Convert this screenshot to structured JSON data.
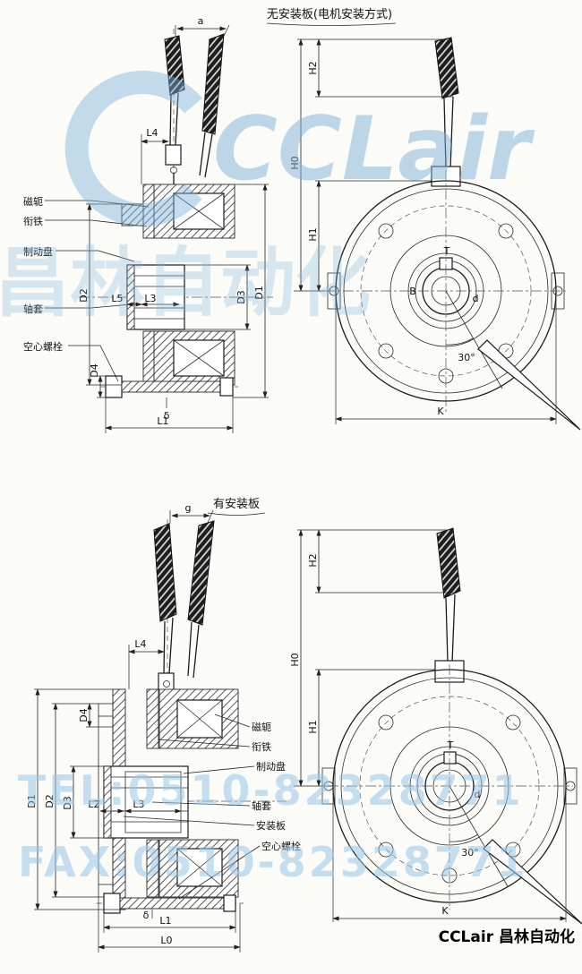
{
  "page": {
    "footer": "CCLair 昌林自动化"
  },
  "watermarks": {
    "brand": "CCLair",
    "brand_cn": "昌林自动化",
    "tel": "TEL:0510-82328771",
    "fax": "FAX:0510-82328771"
  },
  "top": {
    "title": "无安装板(电机安装方式)",
    "labels": {
      "yoke": "磁轭",
      "armature": "衔铁",
      "brake_disc": "制动盘",
      "sleeve": "轴套",
      "hollow_bolt": "空心螺栓"
    },
    "dims": {
      "a": "a",
      "L4": "L4",
      "L5": "L5",
      "L3": "L3",
      "L1": "L1",
      "D1": "D1",
      "D2": "D2",
      "D3": "D3",
      "D4": "D4",
      "delta": "δ",
      "H0": "H0",
      "H1": "H1",
      "H2": "H2",
      "T": "T",
      "B": "B",
      "d": "d",
      "K": "K",
      "angle": "30°"
    }
  },
  "bottom": {
    "title": "有安装板",
    "labels": {
      "yoke": "磁轭",
      "armature": "衔铁",
      "brake_disc": "制动盘",
      "sleeve": "轴套",
      "mount_plate": "安装板",
      "hollow_bolt": "空心螺栓"
    },
    "dims": {
      "g": "g",
      "L4": "L4",
      "L2": "L2",
      "L3": "L3",
      "L1": "L1",
      "L0": "L0",
      "D1": "D1",
      "D2": "D2",
      "D3": "D3",
      "D4": "D4",
      "delta": "δ",
      "H0": "H0",
      "H1": "H1",
      "H2": "H2",
      "T": "T",
      "d": "d",
      "K": "K",
      "angle": "30°"
    }
  }
}
